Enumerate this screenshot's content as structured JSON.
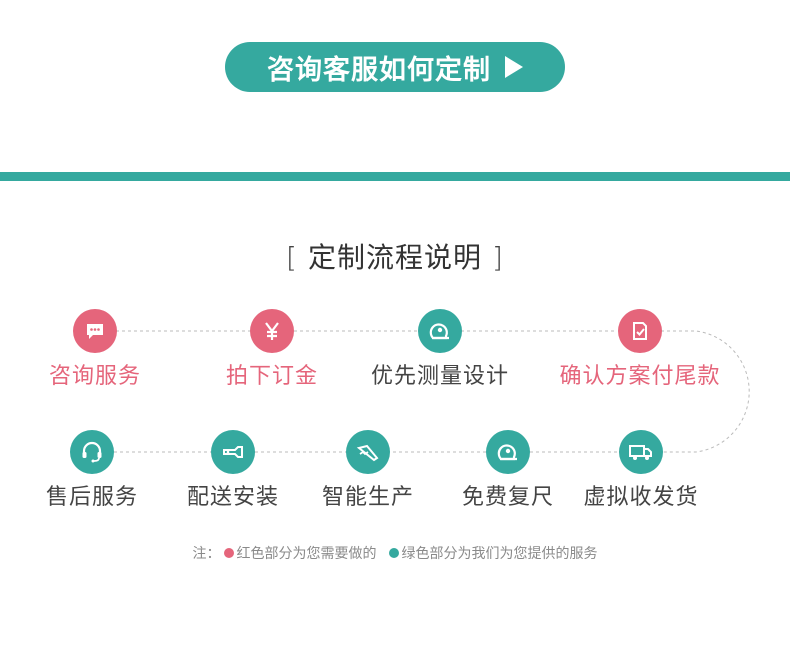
{
  "header": {
    "cta_label": "咨询客服如何定制"
  },
  "section": {
    "bracket_open": "[",
    "title": "定制流程说明",
    "bracket_close": "]"
  },
  "colors": {
    "accent_teal": "#35a99f",
    "accent_red": "#e5657b"
  },
  "steps_row1": [
    {
      "label": "咨询服务",
      "type": "red",
      "icon": "chat-bubble-icon"
    },
    {
      "label": "拍下订金",
      "type": "red",
      "icon": "yen-icon"
    },
    {
      "label": "优先测量设计",
      "type": "teal",
      "icon": "tape-measure-icon"
    },
    {
      "label": "确认方案付尾款",
      "type": "red",
      "icon": "checklist-icon"
    }
  ],
  "steps_row2": [
    {
      "label": "售后服务",
      "type": "teal",
      "icon": "headset-icon"
    },
    {
      "label": "配送安装",
      "type": "teal",
      "icon": "wrench-icon"
    },
    {
      "label": "智能生产",
      "type": "teal",
      "icon": "saw-icon"
    },
    {
      "label": "免费复尺",
      "type": "teal",
      "icon": "tape-measure-icon"
    },
    {
      "label": "虚拟收发货",
      "type": "teal",
      "icon": "truck-icon"
    }
  ],
  "note": {
    "prefix": "注：",
    "red_text": "红色部分为您需要做的",
    "teal_text": "绿色部分为我们为您提供的服务"
  }
}
